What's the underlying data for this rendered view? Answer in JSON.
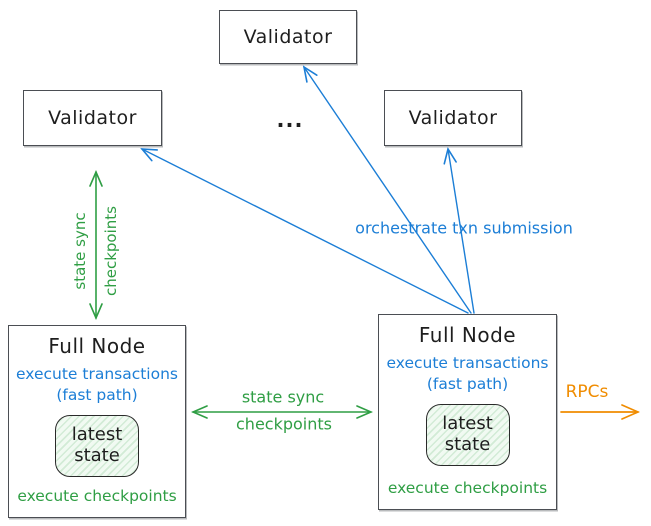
{
  "colors": {
    "blue": "#1c7ed6",
    "green": "#2f9e44",
    "orange": "#f08c00",
    "ink": "#1e1e1e",
    "box_border": "#4b4e53",
    "state_fill": "#f1faf2"
  },
  "validators": {
    "top": {
      "label": "Validator"
    },
    "left": {
      "label": "Validator"
    },
    "right": {
      "label": "Validator"
    },
    "ellipsis": "..."
  },
  "full_nodes": {
    "left": {
      "title": "Full Node",
      "exec_line1": "execute transactions",
      "exec_line2": "(fast path)",
      "state_line1": "latest",
      "state_line2": "state",
      "footer": "execute checkpoints"
    },
    "right": {
      "title": "Full Node",
      "exec_line1": "execute transactions",
      "exec_line2": "(fast path)",
      "state_line1": "latest",
      "state_line2": "state",
      "footer": "execute checkpoints"
    }
  },
  "edge_labels": {
    "vertical_state_sync": {
      "line1": "state sync",
      "line2": "checkpoints"
    },
    "horizontal_state_sync": {
      "line1": "state sync",
      "line2": "checkpoints"
    },
    "orchestrate": "orchestrate txn submission",
    "rpcs": "RPCs"
  }
}
